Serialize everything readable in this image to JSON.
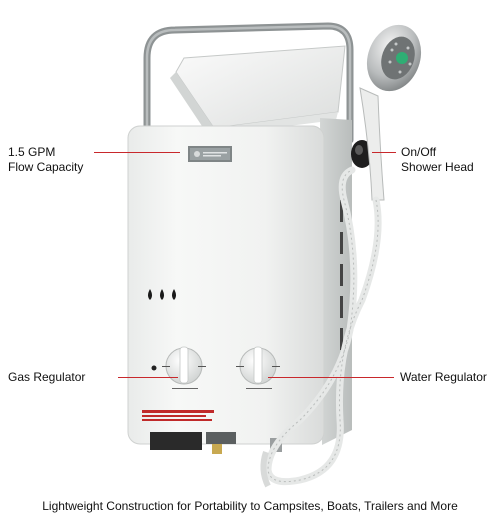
{
  "callouts": {
    "flow": {
      "line1": "1.5 GPM",
      "line2": "Flow Capacity"
    },
    "onoff": {
      "line1": "On/Off",
      "line2": "Shower Head"
    },
    "gas": {
      "label": "Gas Regulator"
    },
    "water": {
      "label": "Water Regulator"
    }
  },
  "caption": "Lightweight Construction for Portability to Campsites, Boats, Trailers and More",
  "colors": {
    "leader": "#c8282c",
    "body": "#f2f3f2",
    "handle": "#8e9394",
    "base": "#2a2a2a"
  }
}
